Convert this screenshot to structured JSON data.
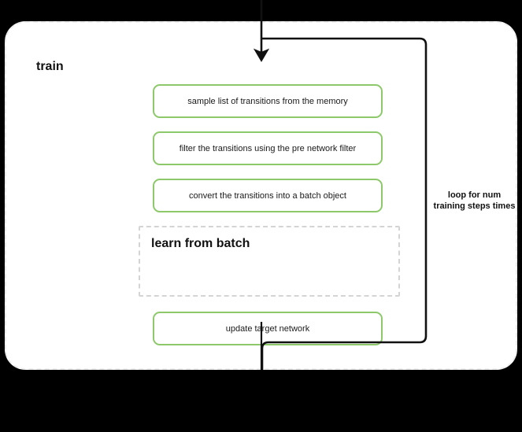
{
  "diagram": {
    "title": "train",
    "background_color": "#000000",
    "panel_color": "#ffffff",
    "accent_color": "#8dc96a",
    "panel_border_color": "#ededed",
    "dashed_border_color": "#d4d4d4",
    "connector_color": "#111111"
  },
  "steps": [
    {
      "id": "sample",
      "label": "sample list of transitions from the memory"
    },
    {
      "id": "filter",
      "label": "filter the transitions using the pre network filter"
    },
    {
      "id": "convert",
      "label": "convert the transitions into a batch object"
    },
    {
      "id": "update",
      "label": "update target network"
    }
  ],
  "subblock": {
    "title": "learn from batch"
  },
  "annotations": {
    "loop_label": "loop for num training steps times"
  }
}
